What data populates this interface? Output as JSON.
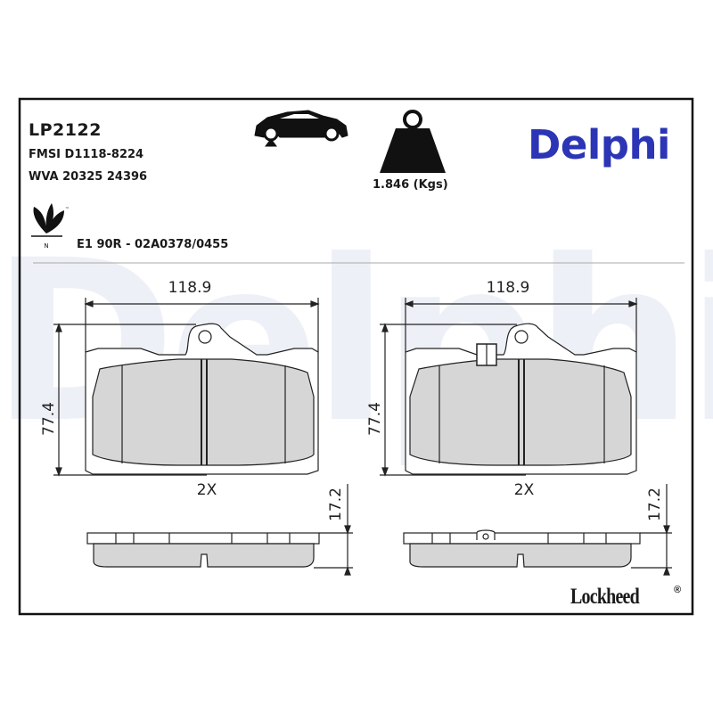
{
  "part_number": "LP2122",
  "fmsi": "FMSI D1118-8224",
  "wva": "WVA 20325 24396",
  "weight": "1.846 (Kgs)",
  "approval": "E1 90R - 02A0378/0455",
  "eco_badge": "N",
  "brand": "Delphi",
  "sub_brand": "Lockheed",
  "sub_brand_mark": "®",
  "watermark": "Delphi",
  "icons": [
    "car-lift-icon",
    "weight-icon",
    "eco-leaf-icon"
  ],
  "colors": {
    "brand": "#2b35b5",
    "pad_fill": "#d6d6d6",
    "line": "#222222",
    "watermark": "#eef0f7"
  },
  "drawings": [
    {
      "view": "front-left",
      "width_label": "118.9",
      "height_label": "77.4",
      "qty_label": "2X",
      "wear_indicator": false
    },
    {
      "view": "front-right",
      "width_label": "118.9",
      "height_label": "77.4",
      "qty_label": "2X",
      "wear_indicator": true
    },
    {
      "view": "side-left",
      "thickness_label": "17.2"
    },
    {
      "view": "side-right",
      "thickness_label": "17.2"
    }
  ]
}
